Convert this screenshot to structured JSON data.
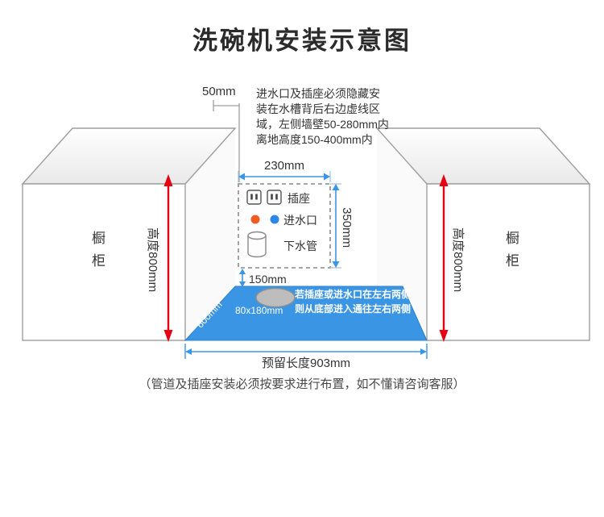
{
  "title": "洗碗机安装示意图",
  "dimensions": {
    "top_offset": "50mm",
    "zone_width": "230mm",
    "zone_height": "350mm",
    "zone_bottom_gap": "150mm",
    "floor_depth": "600mm",
    "cutout_size": "80x180mm",
    "reserved_length": "预留长度903mm",
    "cabinet_height_left": "高度800mm",
    "cabinet_height_right": "高度800mm"
  },
  "labels": {
    "cabinet_left": "橱柜",
    "cabinet_right": "橱柜",
    "socket": "插座",
    "water_inlet": "进水口",
    "drain_pipe": "下水管"
  },
  "notes": {
    "install_zone": "进水口及插座必须隐藏安\n装在水槽背后右边虚线区\n域，左侧墙壁50-280mm内\n离地高度150-400mm内",
    "floor_access": "若插座或进水口在左右两侧\n则从底部进入通往左右两侧",
    "footer": "（管道及插座安装必须按要求进行布置，如不懂请咨询客服）"
  },
  "icons": {
    "socket": "power-outlet-icon",
    "water_inlet_hot": "orange-dot-icon",
    "water_inlet_cold": "blue-dot-icon",
    "drain": "cylinder-pipe-icon"
  },
  "colors": {
    "floor_blue": "#3B95E5",
    "dimension_blue": "#3B95E5",
    "arrow_red": "#E60012",
    "inlet_hot": "#F05A23",
    "inlet_cold": "#2E86E8",
    "line_gray": "#9E9E9E"
  }
}
